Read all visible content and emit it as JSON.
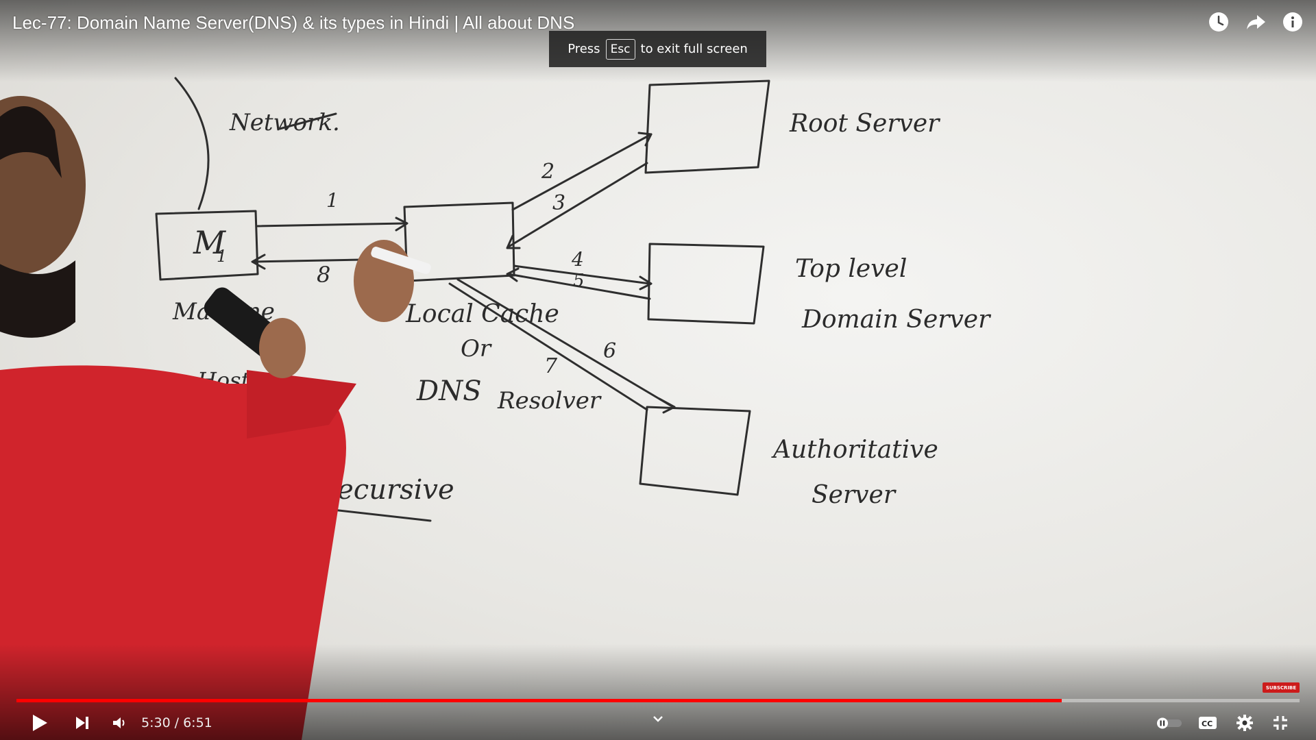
{
  "video": {
    "title": "Lec-77: Domain Name Server(DNS) & its types in Hindi | All about DNS"
  },
  "toast": {
    "press": "Press",
    "key": "Esc",
    "rest": "to exit full screen"
  },
  "whiteboard": {
    "network": "Network.",
    "m1": "M",
    "m1_sub": "1",
    "machine": "Machine",
    "host": "Host",
    "local_cache": "Local Cache",
    "or": "Or",
    "dns": "DNS",
    "resolver": "Resolver",
    "root_server": "Root Server",
    "top_level": "Top level",
    "domain_server": "Domain Server",
    "authoritative": "Authoritative",
    "server": "Server",
    "recursive": "Recursive",
    "step_1": "1",
    "step_2": "2",
    "step_3": "3",
    "step_4": "4",
    "step_5": "5",
    "step_6": "6",
    "step_7": "7",
    "step_8": "8"
  },
  "player": {
    "progress_fraction": 0.8146,
    "current_time": "5:30",
    "separator": "/",
    "duration": "6:51",
    "subscribe_label": "SUBSCRIBE",
    "accent_color": "#ff0000"
  },
  "icons": {
    "watch_later": "clock-icon",
    "share": "share-icon",
    "info": "info-icon",
    "play": "play-icon",
    "next": "next-icon",
    "volume": "volume-icon",
    "autoplay": "autoplay-toggle-icon",
    "captions": "cc-icon",
    "settings": "gear-icon",
    "exit_fullscreen": "exit-fullscreen-icon",
    "chevron": "chevron-down-icon"
  }
}
